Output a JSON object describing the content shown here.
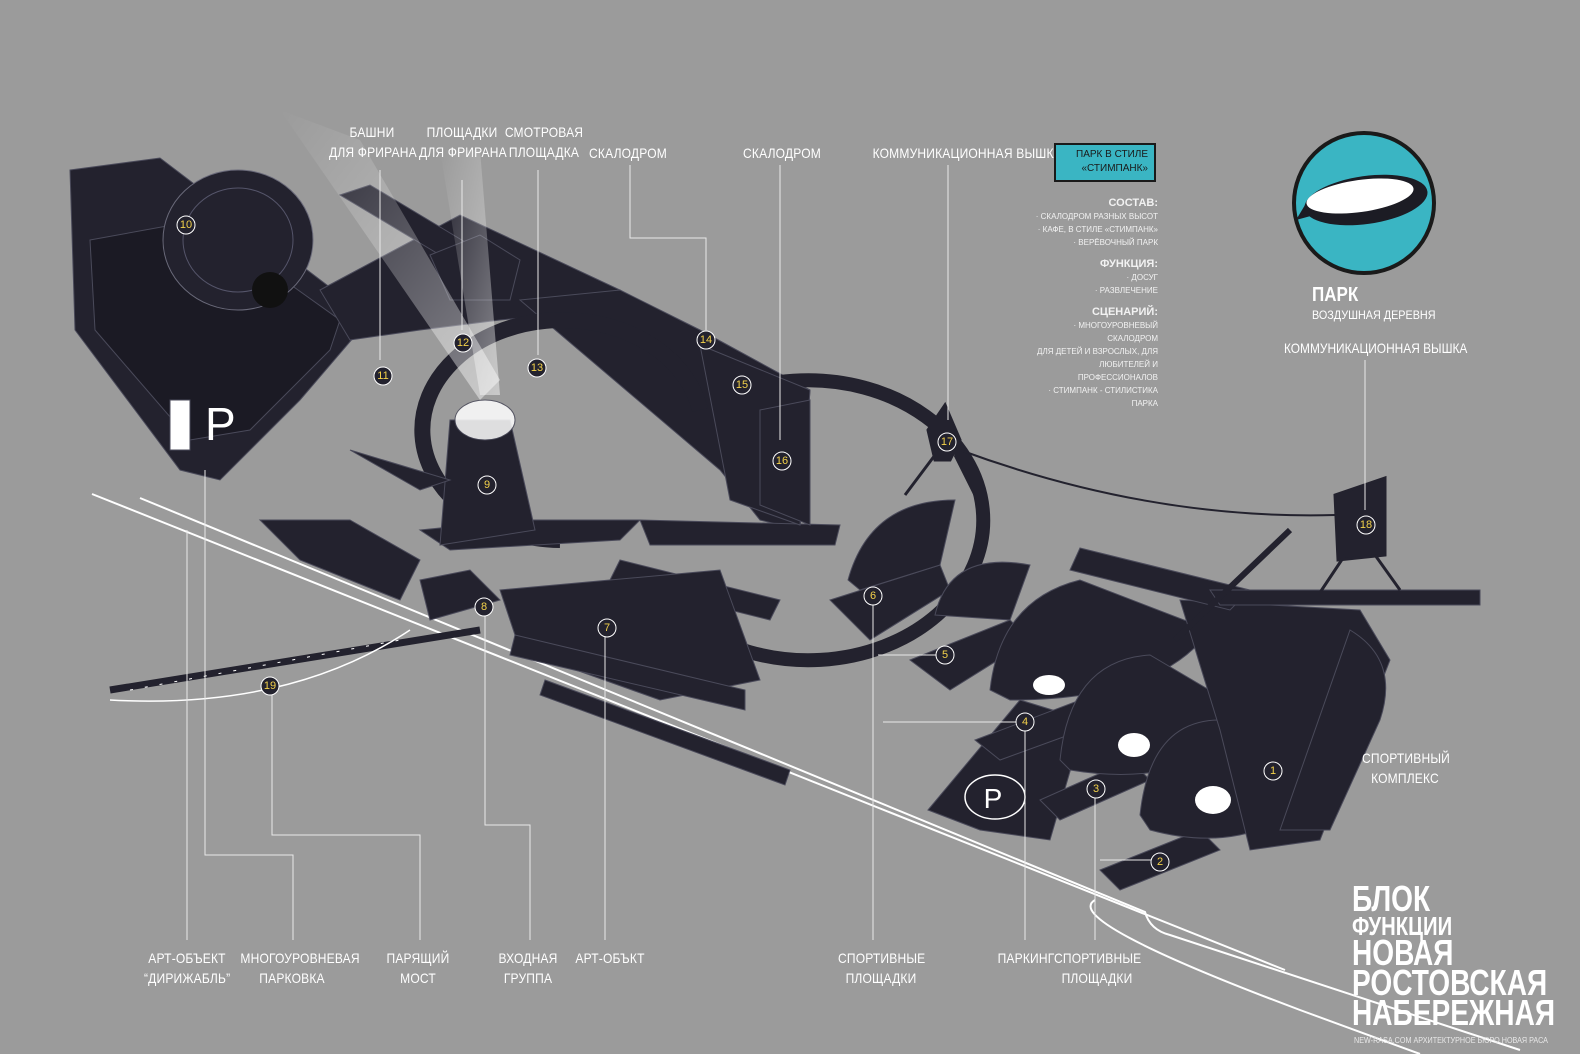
{
  "labels": {
    "towers_freerun": [
      "БАШНИ",
      "ДЛЯ ФРИРАНА"
    ],
    "platforms_freerun": [
      "ПЛОЩАДКИ",
      "ДЛЯ ФРИРАНА"
    ],
    "observation_deck": [
      "СМОТРОВАЯ",
      "ПЛОЩАДКА"
    ],
    "climbing_wall_1": "СКАЛОДРОМ",
    "climbing_wall_2": "СКАЛОДРОМ",
    "communication_tower_top": "КОММУНИКАЦИОННАЯ ВЫШКА",
    "art_object_airship": [
      "АРТ-ОБЪЕКТ",
      "“ДИРИЖАБЛЬ”"
    ],
    "multilevel_parking": [
      "МНОГОУРОВНЕВАЯ",
      "ПАРКОВКА"
    ],
    "floating_bridge": [
      "ПАРЯЩИЙ",
      "МОСТ"
    ],
    "entrance_group": [
      "ВХОДНАЯ",
      "ГРУППА"
    ],
    "art_object": "АРТ-ОБЪКТ",
    "sports_grounds_1": [
      "СПОРТИВНЫЕ",
      "ПЛОЩАДКИ"
    ],
    "parking": "ПАРКИНГ",
    "sports_grounds_2": [
      "СПОРТИВНЫЕ",
      "ПЛОЩАДКИ"
    ],
    "sports_complex": [
      "СПОРТИВНЫЙ",
      "КОМПЛЕКС"
    ]
  },
  "info_panel": {
    "badge": [
      "ПАРК В СТИЛЕ",
      "«СТИМПАНК»"
    ],
    "composition_title": "СОСТАВ:",
    "composition_items": [
      "· СКАЛОДРОМ РАЗНЫХ ВЫСОТ",
      "· КАФЕ, В СТИЛЕ «СТИМПАНК»",
      "· ВЕРЁВОЧНЫЙ ПАРК"
    ],
    "function_title": "ФУНКЦИЯ:",
    "function_items": [
      "· ДОСУГ",
      "· РАЗВЛЕЧЕНИЕ"
    ],
    "scenario_title": "СЦЕНАРИЙ:",
    "scenario_items": [
      "· МНОГОУРОВНЕВЫЙ СКАЛОДРОМ",
      "ДЛЯ ДЕТЕЙ И ВЗРОСЛЫХ, ДЛЯ",
      "ЛЮБИТЕЛЕЙ И ПРОФЕССИОНАЛОВ",
      "· СТИМПАНК - СТИЛИСТИКА ПАРКА"
    ]
  },
  "park": {
    "title": "ПАРК",
    "subtitle": "ВОЗДУШНАЯ ДЕРЕВНЯ",
    "tower_label": "КОММУНИКАЦИОННАЯ ВЫШКА",
    "icon": "airship-icon"
  },
  "block": {
    "line1": "БЛОК",
    "line2": "ФУНКЦИИ",
    "line3": "НОВАЯ",
    "line4": "РОСТОВСКАЯ",
    "line5": "НАБЕРЕЖНАЯ",
    "footer": "NEW-RASA.COM АРХИТЕКТУРНОЕ БЮРО НОВАЯ РАСА"
  },
  "markers": [
    "1",
    "2",
    "3",
    "4",
    "5",
    "6",
    "7",
    "8",
    "9",
    "10",
    "11",
    "12",
    "13",
    "14",
    "15",
    "16",
    "17",
    "18",
    "19"
  ],
  "colors": {
    "background": "#9b9b9b",
    "building": "#23222e",
    "accent": "#3ab5c3",
    "marker": "#f4d24a"
  }
}
